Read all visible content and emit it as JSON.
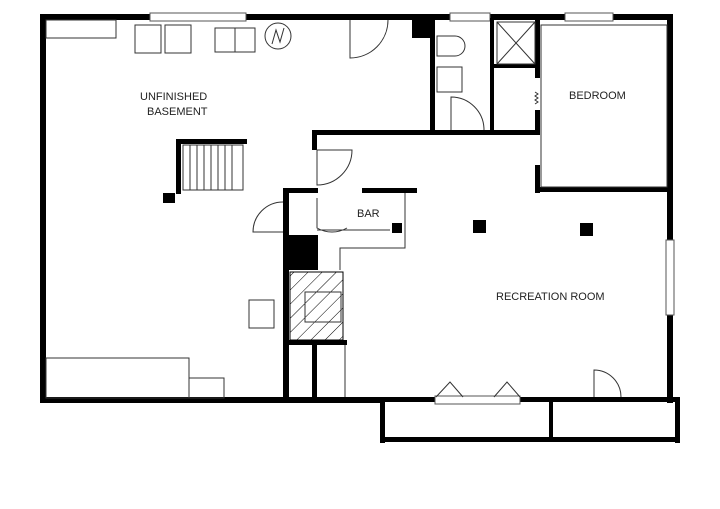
{
  "floor_plan": {
    "rooms": [
      {
        "id": "unfinished-basement",
        "label_line1": "UNFINISHED",
        "label_line2": "BASEMENT"
      },
      {
        "id": "bedroom",
        "label": "BEDROOM"
      },
      {
        "id": "bar",
        "label": "BAR"
      },
      {
        "id": "recreation-room",
        "label": "RECREATION ROOM"
      }
    ],
    "colors": {
      "wall": "#000000",
      "fixture": "#333333",
      "background": "#ffffff"
    }
  }
}
